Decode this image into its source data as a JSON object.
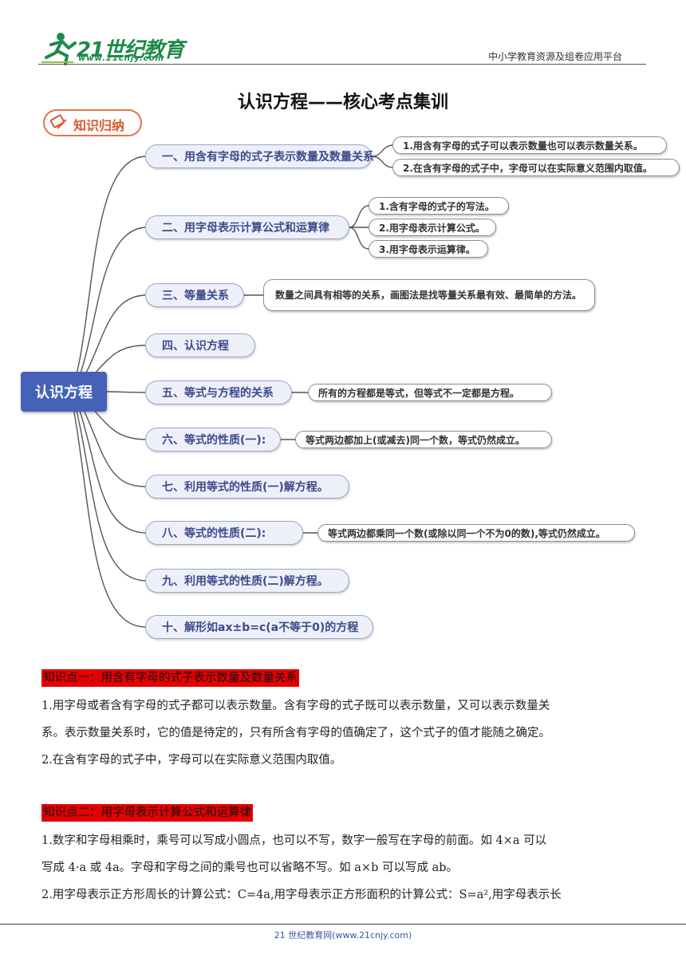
{
  "header": {
    "brand": "21世纪教育",
    "brand_url": "www.21cnjy.com",
    "right_text": "中小学教育资源及组卷应用平台"
  },
  "title": "认识方程——核心考点集训",
  "badge": {
    "label": "知识归纳"
  },
  "mindmap": {
    "root": "认识方程",
    "branches": [
      {
        "label": "一、用含有字母的式子表示数量及数量关系",
        "leaves": [
          "1.用含有字母的式子可以表示数量也可以表示数量关系。",
          "2.在含有字母的式子中，字母可以在实际意义范围内取值。"
        ]
      },
      {
        "label": "二、用字母表示计算公式和运算律",
        "leaves": [
          "1.含有字母的式子的写法。",
          "2.用字母表示计算公式。",
          "3.用字母表示运算律。"
        ]
      },
      {
        "label": "三、等量关系",
        "leaves": [
          "数量之间具有相等的关系，画图法是找等量关系最有效、最简单的方法。"
        ]
      },
      {
        "label": "四、认识方程",
        "leaves": []
      },
      {
        "label": "五、等式与方程的关系",
        "leaves": [
          "所有的方程都是等式，但等式不一定都是方程。"
        ]
      },
      {
        "label": "六、等式的性质(一):",
        "leaves": [
          "等式两边都加上(或减去)同一个数，等式仍然成立。"
        ]
      },
      {
        "label": "七、利用等式的性质(一)解方程。",
        "leaves": []
      },
      {
        "label": "八、等式的性质(二):",
        "leaves": [
          "等式两边都乘同一个数(或除以同一个不为0的数),等式仍然成立。"
        ]
      },
      {
        "label": "九、利用等式的性质(二)解方程。",
        "leaves": []
      },
      {
        "label": "十、解形如ax±b=c(a不等于0)的方程",
        "leaves": []
      }
    ]
  },
  "sections": [
    {
      "heading": "知识点一：用含有字母的式子表示数量及数量关系",
      "lines": [
        "1.用字母或者含有字母的式子都可以表示数量。含有字母的式子既可以表示数量，又可以表示数量关",
        "系。表示数量关系时，它的值是待定的，只有所含有字母的值确定了，这个式子的值才能随之确定。",
        "2.在含有字母的式子中，字母可以在实际意义范围内取值。"
      ]
    },
    {
      "heading": "知识点二：用字母表示计算公式和运算律",
      "lines": [
        "1.数字和字母相乘时，乘号可以写成小圆点，也可以不写，数字一般写在字母的前面。如 4×a 可以",
        "写成 4·a 或 4a。字母和字母之间的乘号也可以省略不写。如 a×b 可以写成 ab。",
        "2.用字母表示正方形周长的计算公式：C=4a,用字母表示正方形面积的计算公式：S=a²,用字母表示长"
      ]
    }
  ],
  "footer": {
    "text": "21 世纪教育网(www.21cnjy.com)"
  },
  "colors": {
    "root": "#4562b8",
    "branch_text": "#3e4a8c",
    "highlight": "#e60000",
    "brand": "#1e8a4a"
  }
}
